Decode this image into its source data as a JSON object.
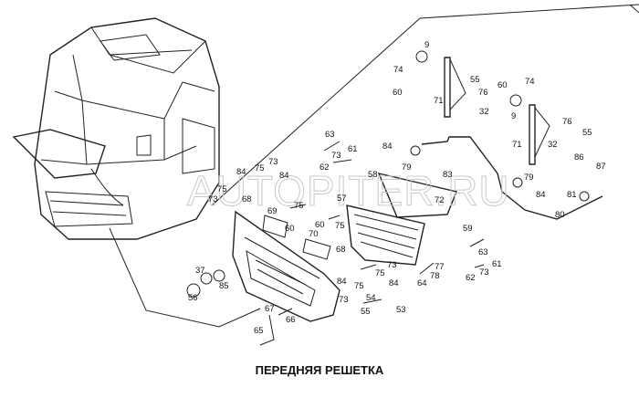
{
  "title": "ПЕРЕДНЯЯ РЕШЕТКА",
  "watermark": "AUTOPITER.RU",
  "part_labels": [
    "9",
    "74",
    "60",
    "71",
    "55",
    "76",
    "32",
    "60",
    "74",
    "9",
    "76",
    "55",
    "71",
    "32",
    "84",
    "79",
    "86",
    "87",
    "79",
    "84",
    "81",
    "80",
    "83",
    "72",
    "59",
    "63",
    "61",
    "73",
    "62",
    "63",
    "73",
    "61",
    "62",
    "58",
    "57",
    "84",
    "75",
    "73",
    "84",
    "75",
    "73",
    "68",
    "69",
    "75",
    "60",
    "60",
    "75",
    "70",
    "68",
    "73",
    "75",
    "84",
    "77",
    "78",
    "64",
    "37",
    "85",
    "56",
    "84",
    "75",
    "73",
    "54",
    "55",
    "53",
    "67",
    "66",
    "65"
  ]
}
